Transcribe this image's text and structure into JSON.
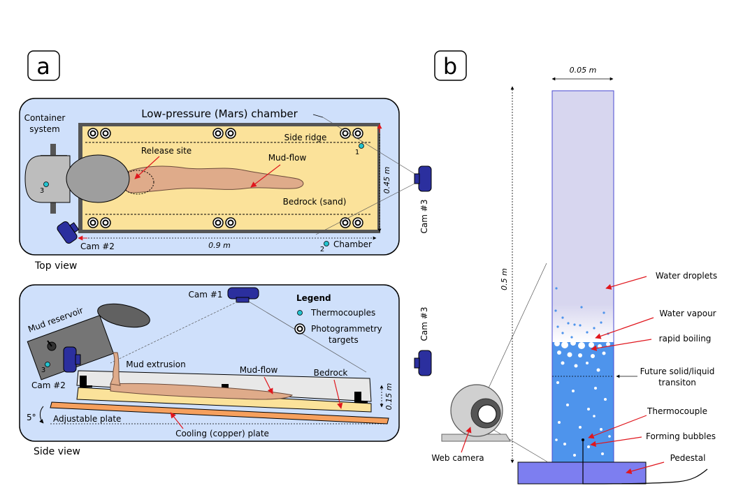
{
  "panels": {
    "a": "a",
    "b": "b"
  },
  "top_view": {
    "chamber_title": "Low-pressure (Mars) chamber",
    "container_system": [
      "Container",
      "system"
    ],
    "side_ridge": "Side ridge",
    "release_site": "Release site",
    "mud_flow": "Mud-flow",
    "bedrock": "Bedrock (sand)",
    "cam2": "Cam #2",
    "cam3": "Cam #3",
    "chamber": "Chamber",
    "length": "0.9 m",
    "width": "0.45 m",
    "tc1": "1",
    "tc2": "2",
    "tc3": "3",
    "view_label": "Top view"
  },
  "side_view": {
    "cam1": "Cam #1",
    "cam2": "Cam #2",
    "cam3": "Cam #3",
    "mud_reservoir": "Mud reservoir",
    "mud_extrusion": "Mud extrusion",
    "mud_flow": "Mud-flow",
    "bedrock": "Bedrock",
    "height": "0.15 m",
    "angle": "5°",
    "adjustable_plate": "Adjustable plate",
    "cooling_plate": "Cooling (copper) plate",
    "tc3": "3",
    "view_label": "Side view",
    "legend": {
      "title": "Legend",
      "thermocouples": "Thermocouples",
      "photogrammetry": [
        "Photogrammetry",
        "targets"
      ]
    }
  },
  "panel_b": {
    "width": "0.05 m",
    "height": "0.5 m",
    "water_droplets": "Water droplets",
    "water_vapour": "Water vapour",
    "rapid_boiling": "rapid boiling",
    "transition": [
      "Future solid/liquid",
      "transiton"
    ],
    "thermocouple": "Thermocouple",
    "forming_bubbles": "Forming bubbles",
    "pedestal": "Pedestal",
    "web_camera": "Web camera"
  },
  "colors": {
    "panel_bg": "#cfe0fb",
    "bed": "#fbe29a",
    "mud": "#dfab8a",
    "camera": "#2b2f9e",
    "arrow": "#e0161d",
    "water": "#4e94ec",
    "vapour": "#d7d6ef",
    "pedestal": "#7d7ef0",
    "copper": "#f6a05e",
    "thermocouple": "#24c3cf"
  }
}
